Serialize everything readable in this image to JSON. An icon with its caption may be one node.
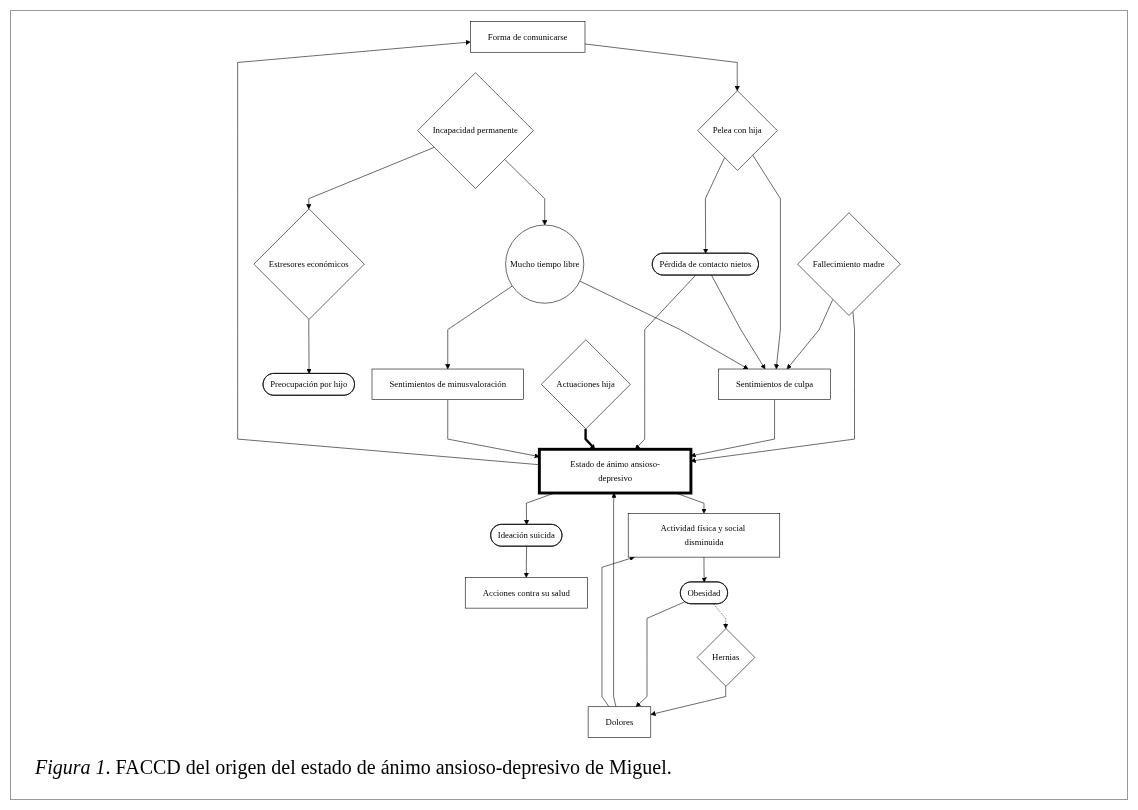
{
  "diagram": {
    "caption": "*Figura 1*. FACCD del origen del estado de ánimo ansioso-depresivo de Miguel.",
    "nodes": [
      {
        "text": [
          "Forma de comunicarse"
        ]
      },
      {
        "text": [
          "Incapacidad permanente"
        ]
      },
      {
        "text": [
          "Estresores económicos"
        ]
      },
      {
        "text": [
          "Fallecimiento madre"
        ]
      },
      {
        "text": [
          "Pelea con hija"
        ]
      },
      {
        "text": [
          "Actuaciones hija"
        ]
      },
      {
        "text": [
          "Preocupación por hijo"
        ]
      },
      {
        "text": [
          "Sentimientos de culpa"
        ]
      },
      {
        "text": [
          "Pérdida de contacto nietos"
        ]
      },
      {
        "text": [
          "Mucho tiempo libre"
        ]
      },
      {
        "text": [
          "Estado de ánimo ansioso-depresivo"
        ]
      },
      {
        "text": [
          "Sentimientos de minusvaloración"
        ]
      },
      {
        "text": [
          "Ideación suicida"
        ]
      },
      {
        "text": [
          "Acciones contra su salud"
        ]
      },
      {
        "text": [
          "Hernias"
        ]
      },
      {
        "text": [
          "Dolores"
        ]
      },
      {
        "text": [
          "Actividad física y social disminuida"
        ]
      },
      {
        "text": [
          "Obesidad"
        ]
      }
    ],
    "edges": [
      {
        "from": 0,
        "to": 4,
        "arrow": "to"
      },
      {
        "from": 1,
        "to": 2,
        "arrow": "to"
      },
      {
        "from": 1,
        "to": 9,
        "arrow": "to"
      },
      {
        "from": 2,
        "to": 6,
        "arrow": "to"
      },
      {
        "from": 3,
        "to": 7,
        "arrow": "to"
      },
      {
        "from": 3,
        "to": 10,
        "arrow": "to"
      },
      {
        "from": 4,
        "to": 7,
        "arrow": "to"
      },
      {
        "from": 4,
        "to": 8,
        "arrow": "to"
      },
      {
        "from": 8,
        "to": 7,
        "arrow": "to"
      },
      {
        "from": 9,
        "to": 7,
        "arrow": "to"
      },
      {
        "from": 7,
        "to": 10,
        "arrow": "to"
      },
      {
        "from": 8,
        "to": 10,
        "arrow": "to"
      },
      {
        "from": 5,
        "to": 10,
        "arrow": "to",
        "style": "thick"
      },
      {
        "from": 10,
        "to": 0,
        "arrow": "to"
      },
      {
        "from": 9,
        "to": 11,
        "arrow": "to"
      },
      {
        "from": 11,
        "to": 10,
        "arrow": "to"
      },
      {
        "from": 10,
        "to": 12,
        "arrow": "to"
      },
      {
        "from": 12,
        "to": 13,
        "arrow": "to"
      },
      {
        "from": 10,
        "to": 16,
        "arrow": "to"
      },
      {
        "from": 15,
        "to": 10,
        "arrow": "to"
      },
      {
        "from": 15,
        "to": 16,
        "arrow": "to"
      },
      {
        "from": 14,
        "to": 15,
        "arrow": "to"
      },
      {
        "from": 16,
        "to": 17,
        "arrow": "to"
      },
      {
        "from": 17,
        "to": 15,
        "arrow": "to"
      },
      {
        "from": 17,
        "to": 14,
        "arrow": "to",
        "style": "dashed"
      }
    ]
  }
}
